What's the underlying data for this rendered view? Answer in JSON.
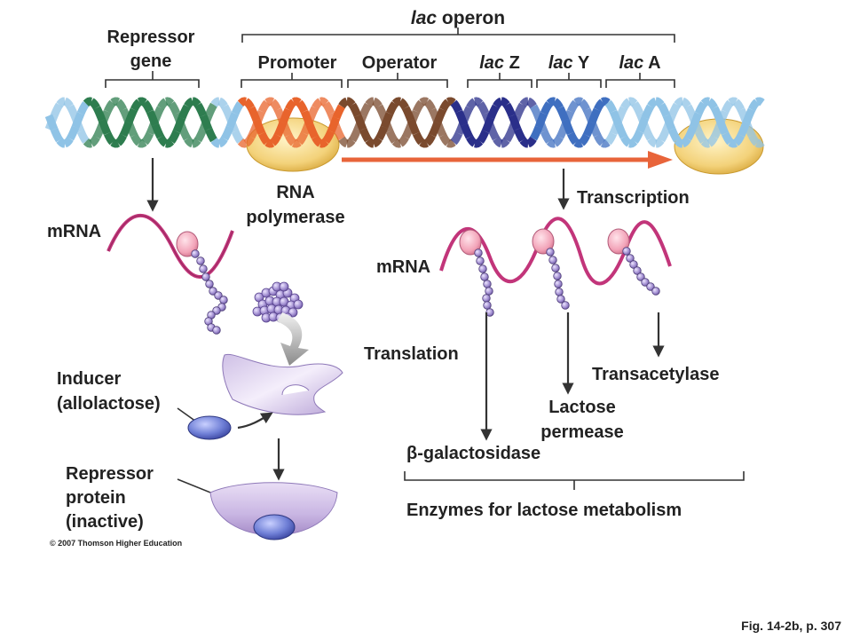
{
  "labels": {
    "lac_operon_it": "lac",
    "lac_operon_rest": " operon",
    "repressor_gene_1": "Repressor",
    "repressor_gene_2": "gene",
    "promoter": "Promoter",
    "operator": "Operator",
    "lacz_it": "lac",
    "lacz_rest": " Z",
    "lacy_it": "lac",
    "lacy_rest": " Y",
    "laca_it": "lac",
    "laca_rest": " A",
    "rna_pol_1": "RNA",
    "rna_pol_2": "polymerase",
    "mrna_left": "mRNA",
    "mrna_right": "mRNA",
    "transcription": "Transcription",
    "translation": "Translation",
    "inducer_1": "Inducer",
    "inducer_2": "(allolactose)",
    "repressor_protein_1": "Repressor",
    "repressor_protein_2": "protein",
    "repressor_protein_3": "(inactive)",
    "transacetylase": "Transacetylase",
    "lactose_permease_1": "Lactose",
    "lactose_permease_2": "permease",
    "beta_gal": "β-galactosidase",
    "enzymes": "Enzymes for lactose metabolism",
    "copyright": "© 2007 Thomson Higher Education",
    "fig_ref": "Fig. 14-2b, p. 307"
  },
  "colors": {
    "dna_light_blue": "#8fc3e6",
    "dna_green": "#2e7d4f",
    "dna_orange": "#e8642c",
    "dna_brown": "#7a4a2e",
    "dna_navy": "#2a2f8a",
    "dna_blue": "#3f6fc0",
    "mrna": "#c2357a",
    "polymerase": "#f3d27a",
    "repressor": "#c9b6e3",
    "inducer": "#6f7fd6",
    "arrow_red": "#e8643a"
  }
}
